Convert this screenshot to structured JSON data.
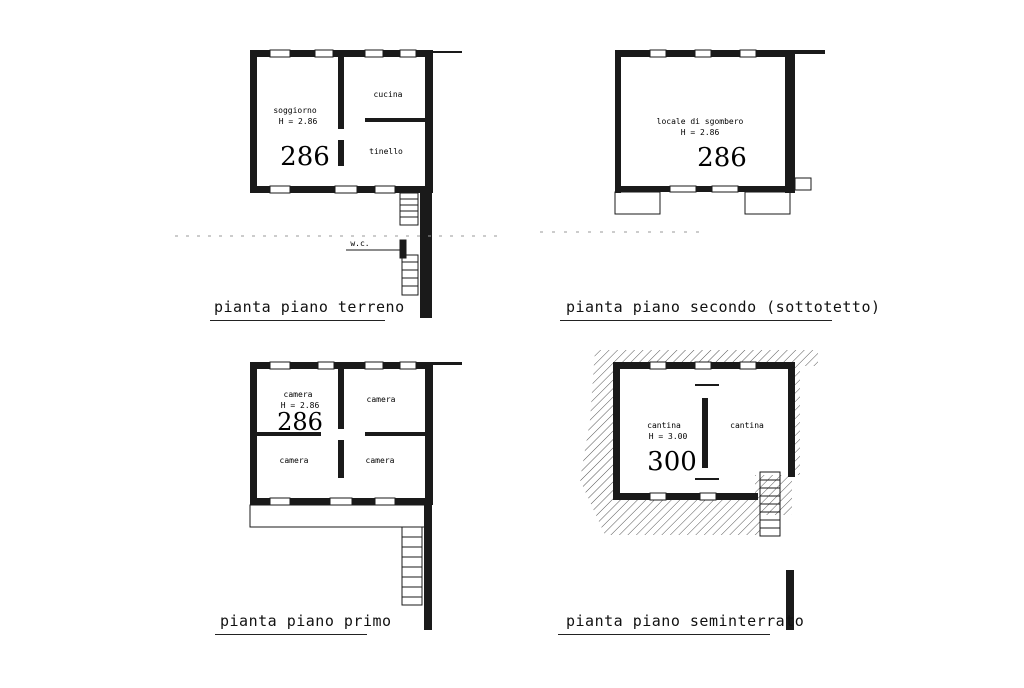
{
  "plans": [
    {
      "caption": "pianta piano terreno",
      "rooms": [
        {
          "name": "soggiorno",
          "height": "H = 2.86",
          "handwritten": "286"
        },
        {
          "name": "cucina"
        },
        {
          "name": "tinello"
        },
        {
          "name": "w.c."
        }
      ]
    },
    {
      "caption": "pianta piano secondo (sottotetto)",
      "rooms": [
        {
          "name": "locale di sgombero",
          "height": "H = 2.86",
          "handwritten": "286"
        }
      ]
    },
    {
      "caption": "pianta piano primo",
      "rooms": [
        {
          "name": "camera",
          "height": "H = 2.86",
          "handwritten": "286"
        },
        {
          "name": "camera"
        },
        {
          "name": "camera"
        },
        {
          "name": "camera"
        }
      ]
    },
    {
      "caption": "pianta piano seminterrato",
      "rooms": [
        {
          "name": "cantina",
          "height": "H = 3.00",
          "handwritten": "300"
        },
        {
          "name": "cantina"
        }
      ]
    }
  ]
}
